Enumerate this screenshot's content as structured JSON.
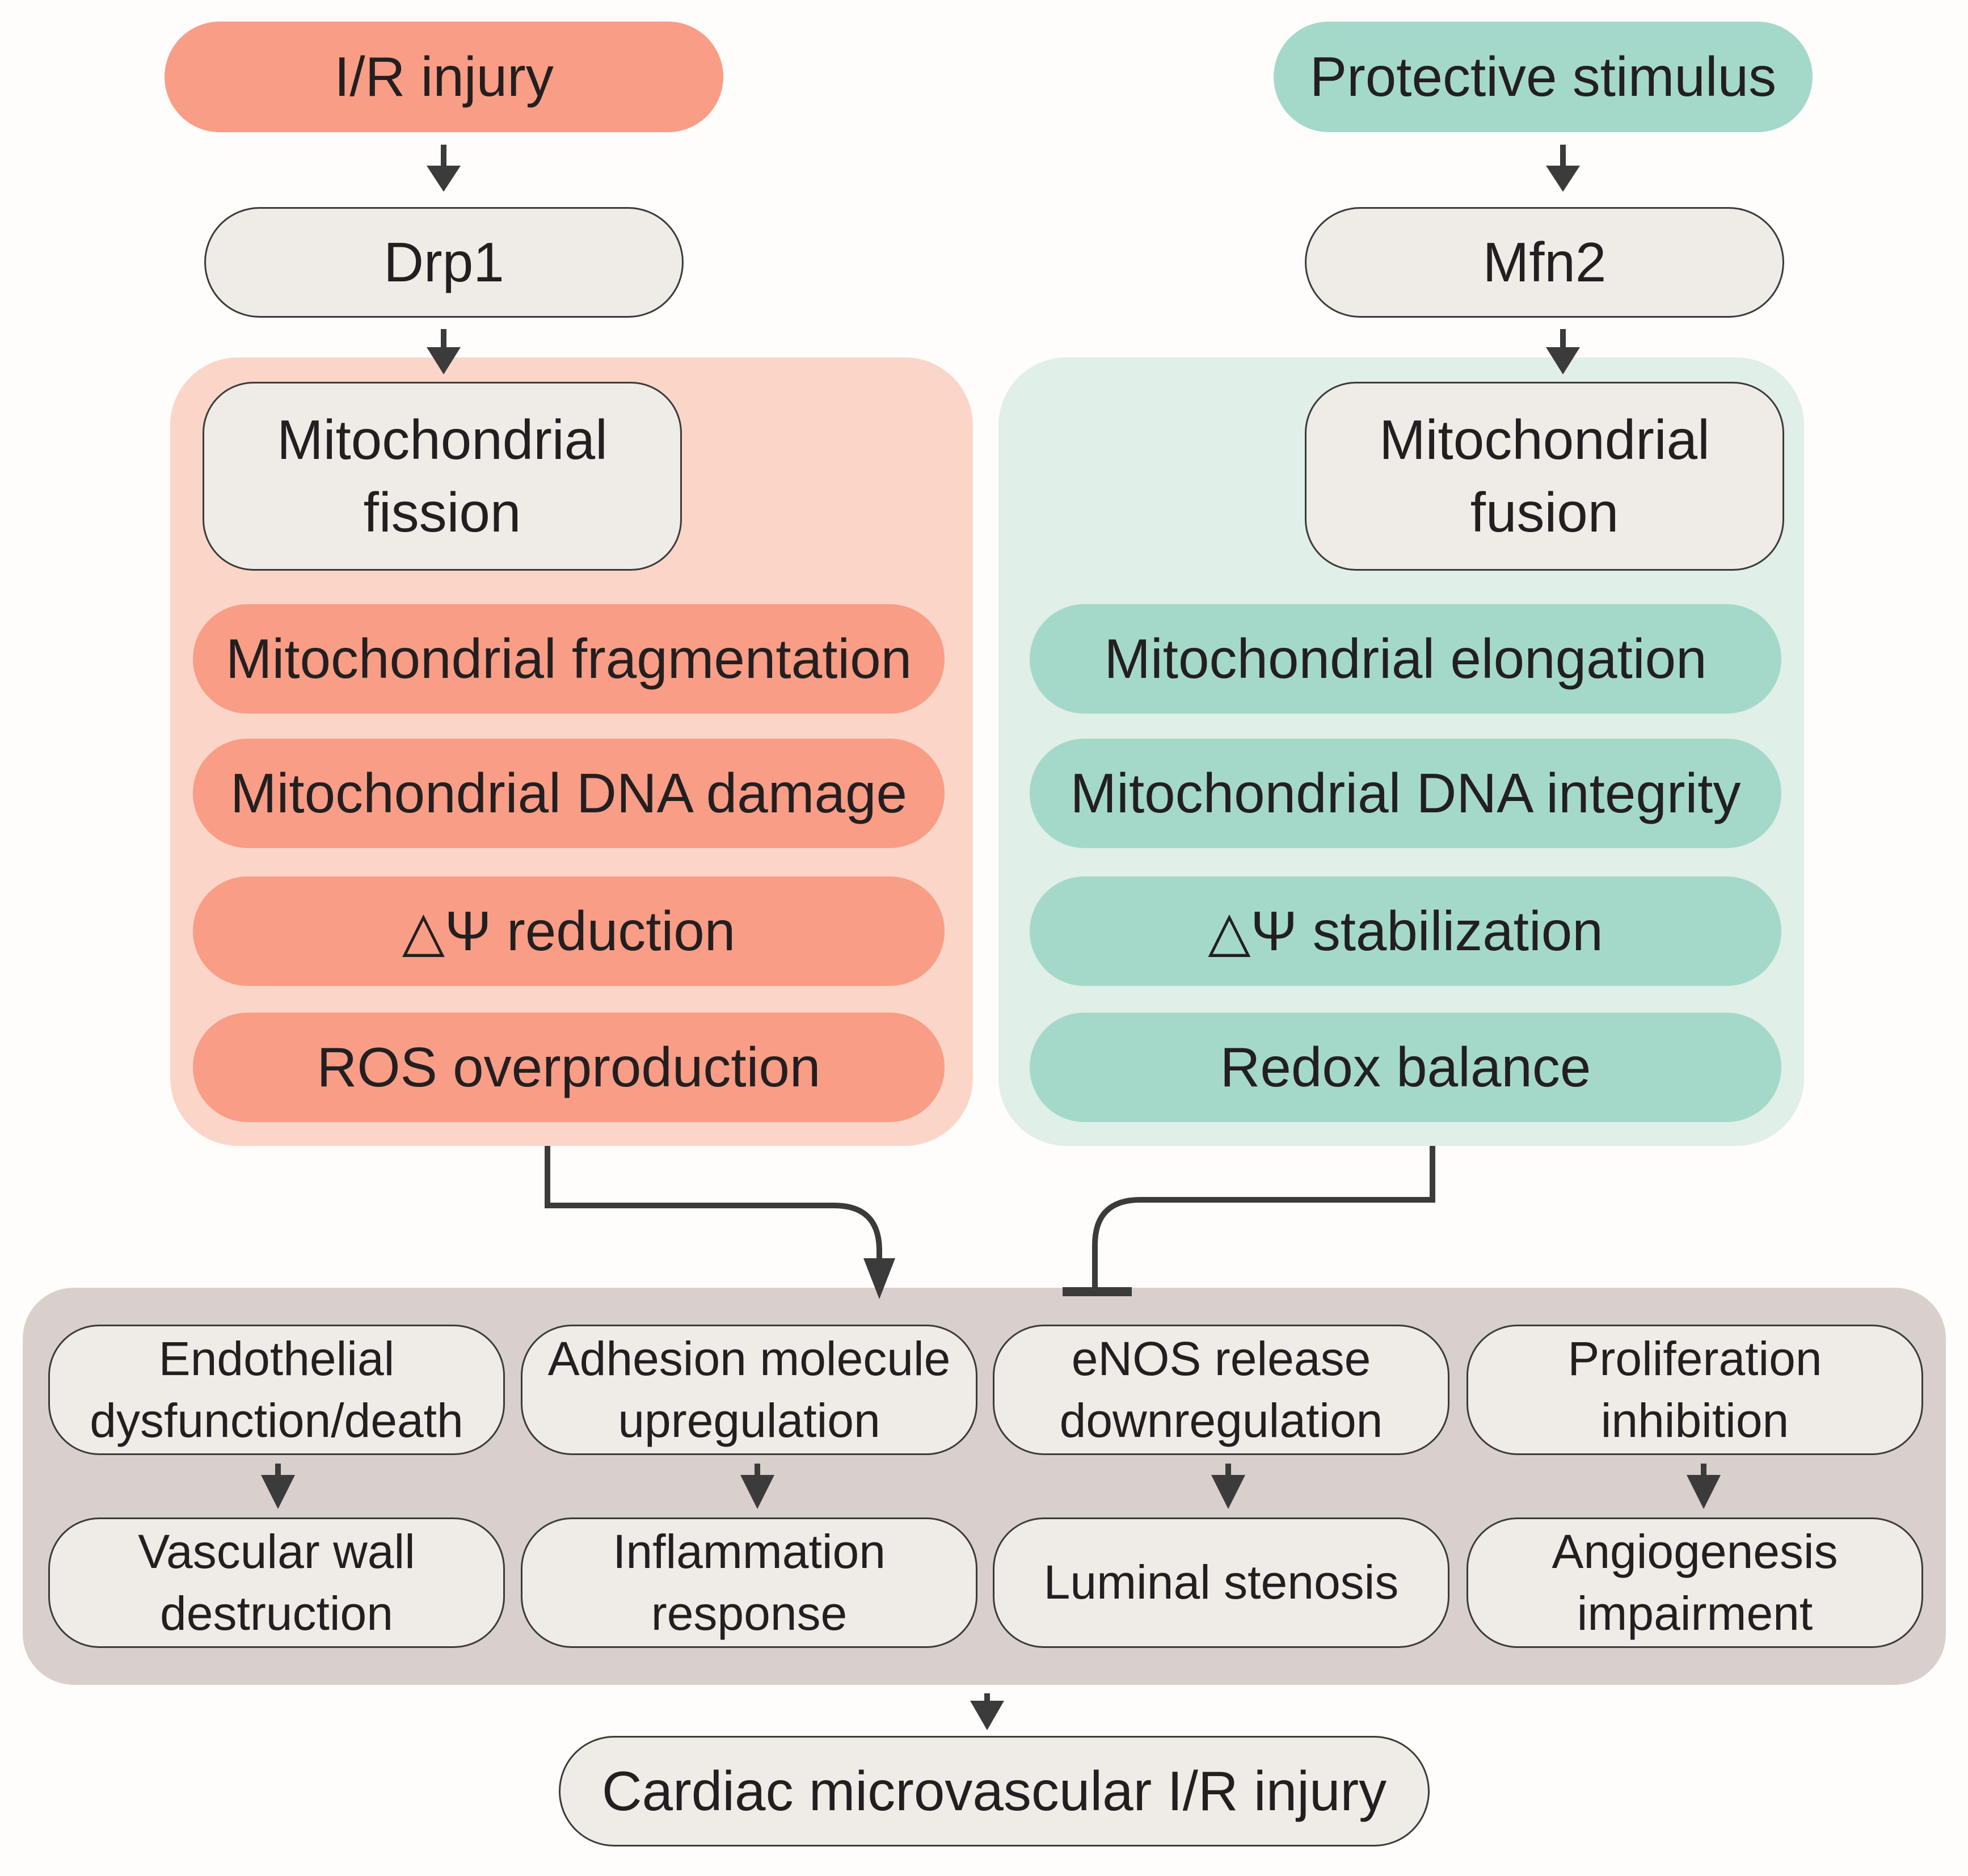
{
  "injury_path": {
    "trigger": "I/R injury",
    "protein": "Drp1",
    "process": "Mitochondrial\nfission",
    "effects": [
      "Mitochondrial fragmentation",
      "Mitochondrial DNA damage",
      "△Ψ reduction",
      "ROS overproduction"
    ]
  },
  "protective_path": {
    "trigger": "Protective stimulus",
    "protein": "Mfn2",
    "process": "Mitochondrial\nfusion",
    "effects": [
      "Mitochondrial elongation",
      "Mitochondrial DNA integrity",
      "△Ψ stabilization",
      "Redox balance"
    ]
  },
  "consequences": {
    "causes": [
      "Endothelial\ndysfunction/death",
      "Adhesion molecule\nupregulation",
      "eNOS release\ndownregulation",
      "Proliferation\ninhibition"
    ],
    "results": [
      "Vascular wall\ndestruction",
      "Inflammation\nresponse",
      "Luminal stenosis",
      "Angiogenesis\nimpairment"
    ]
  },
  "final_outcome": "Cardiac microvascular I/R injury",
  "colors": {
    "injury": "#f99d86",
    "injury_panel": "#fbd6c8",
    "protective": "#a4d9c9",
    "protective_panel": "#e0efe8",
    "consequence_panel": "#d9cfcc",
    "neutral_box": "#efebe6",
    "arrow": "#3b3b3b"
  }
}
